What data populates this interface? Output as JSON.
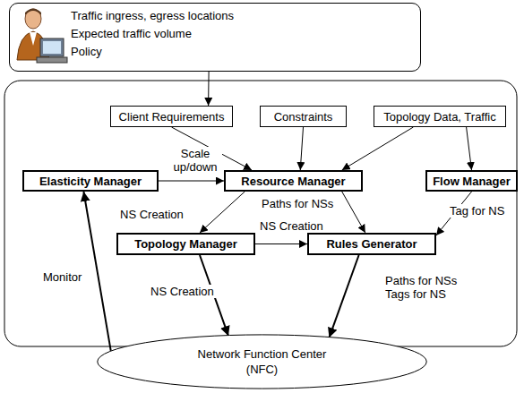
{
  "diagram": {
    "nodes": [
      {
        "text": [
          "Traffic ingress, egress locations",
          "Expected traffic volume",
          "Policy"
        ]
      },
      {
        "text": [
          "Client Requirements"
        ]
      },
      {
        "text": [
          "Constraints"
        ]
      },
      {
        "text": [
          "Topology Data, Traffic"
        ]
      },
      {
        "text": [
          "Elasticity Manager"
        ]
      },
      {
        "text": [
          "Resource Manager"
        ]
      },
      {
        "text": [
          "Flow Manager"
        ]
      },
      {
        "text": [
          "Topology Manager"
        ]
      },
      {
        "text": [
          "Rules Generator"
        ]
      },
      {
        "text": [
          "Network Function Center (NFC)"
        ]
      }
    ],
    "edges": [
      {
        "from": 0,
        "to": 1,
        "arrow": "to"
      },
      {
        "from": 1,
        "to": 5,
        "arrow": "to"
      },
      {
        "from": 2,
        "to": 5,
        "arrow": "to"
      },
      {
        "from": 3,
        "to": 5,
        "arrow": "to"
      },
      {
        "from": 3,
        "to": 6,
        "arrow": "to"
      },
      {
        "from": 4,
        "to": 5,
        "label": "Scale up/down",
        "arrow": "to"
      },
      {
        "from": 5,
        "to": 7,
        "label": "NS Creation",
        "arrow": "to"
      },
      {
        "from": 5,
        "to": 8,
        "label": "Paths for NSs",
        "arrow": "to"
      },
      {
        "from": 6,
        "to": 8,
        "label": "Tag for NS",
        "arrow": "to"
      },
      {
        "from": 7,
        "to": 8,
        "label": "NS Creation",
        "arrow": "to"
      },
      {
        "from": 7,
        "to": 9,
        "label": "NS Creation",
        "arrow": "to"
      },
      {
        "from": 8,
        "to": 9,
        "label": "Paths for NSs Tags for NS",
        "arrow": "to"
      },
      {
        "from": 9,
        "to": 4,
        "label": "Monitor",
        "arrow": "to"
      }
    ]
  }
}
